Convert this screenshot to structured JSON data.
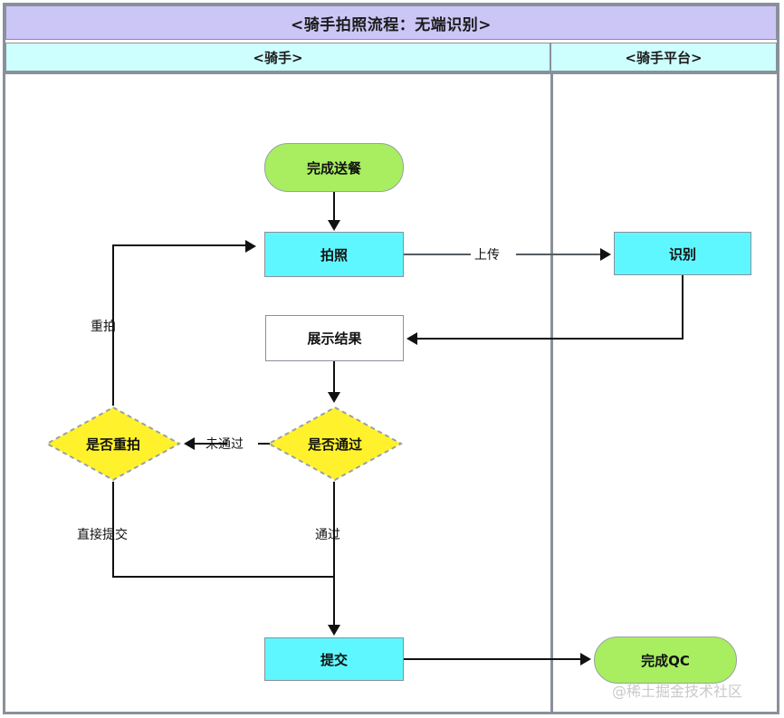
{
  "diagram": {
    "title": "<骑手拍照流程：无端识别>",
    "lanes": [
      {
        "label": "<骑手>"
      },
      {
        "label": "<骑手平台>"
      }
    ],
    "nodes": {
      "finish_delivery": {
        "label": "完成送餐",
        "shape": "terminal",
        "color": "#a8ee60"
      },
      "take_photo": {
        "label": "拍照",
        "shape": "process",
        "color": "#5ff7ff"
      },
      "recognize": {
        "label": "识别",
        "shape": "process",
        "color": "#5ff7ff"
      },
      "show_result": {
        "label": "展示结果",
        "shape": "process",
        "color": "#ffffff"
      },
      "is_pass": {
        "label": "是否通过",
        "shape": "decision",
        "color": "#fff22d"
      },
      "is_retake": {
        "label": "是否重拍",
        "shape": "decision",
        "color": "#fff22d"
      },
      "submit": {
        "label": "提交",
        "shape": "process",
        "color": "#5ff7ff"
      },
      "finish_qc": {
        "label": "完成QC",
        "shape": "terminal",
        "color": "#a8ee60"
      }
    },
    "edge_labels": {
      "upload": "上传",
      "not_passed": "未通过",
      "retake": "重拍",
      "direct_submit": "直接提交",
      "passed": "通过"
    },
    "watermark": "@稀土掘金技术社区"
  }
}
